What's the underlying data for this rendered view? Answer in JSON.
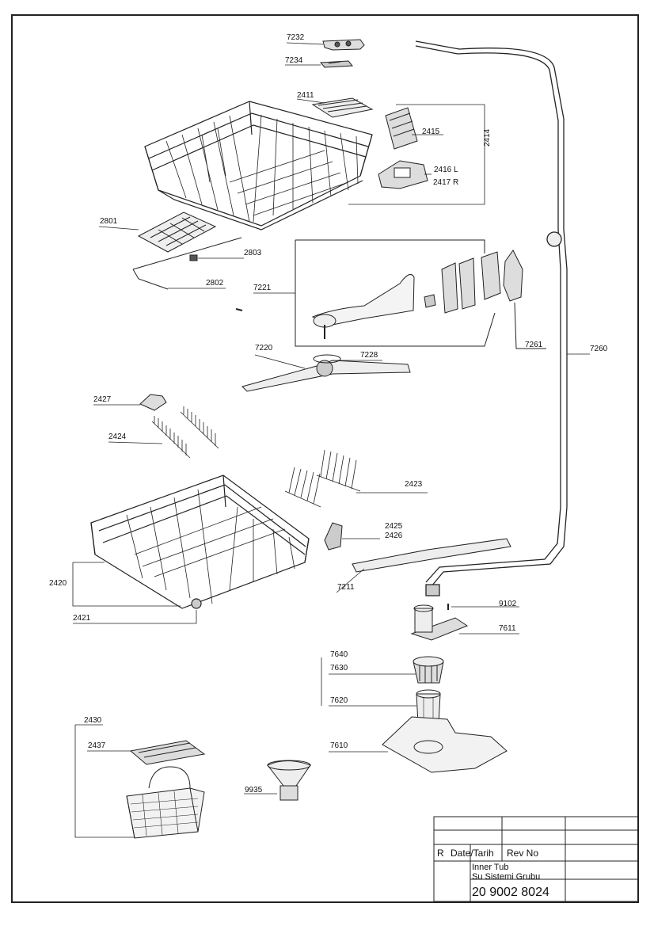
{
  "part_labels": {
    "p7232": "7232",
    "p7234": "7234",
    "p2411": "2411",
    "p2415": "2415",
    "p2414": "2414",
    "p2416": "2416 L",
    "p2417": "2417 R",
    "p2801": "2801",
    "p2803": "2803",
    "p2802": "2802",
    "p7221": "7221",
    "p7261": "7261",
    "p7260": "7260",
    "p7220": "7220",
    "p7228": "7228",
    "p2427": "2427",
    "p2424": "2424",
    "p2423": "2423",
    "p2425": "2425",
    "p2426": "2426",
    "p2420": "2420",
    "p2421": "2421",
    "p7211": "7211",
    "p9102": "9102",
    "p7611": "7611",
    "p7640": "7640",
    "p7630": "7630",
    "p7620": "7620",
    "p7610": "7610",
    "p2430": "2430",
    "p2437": "2437",
    "p9935": "9935"
  },
  "title_block": {
    "revision_header": "R",
    "date_header": "Date/Tarih",
    "rev_no_header": "Rev No",
    "title_line1": "Inner Tub",
    "title_line2": "Su Sistemi Grubu",
    "drawing_number": "20 9002 8024"
  }
}
